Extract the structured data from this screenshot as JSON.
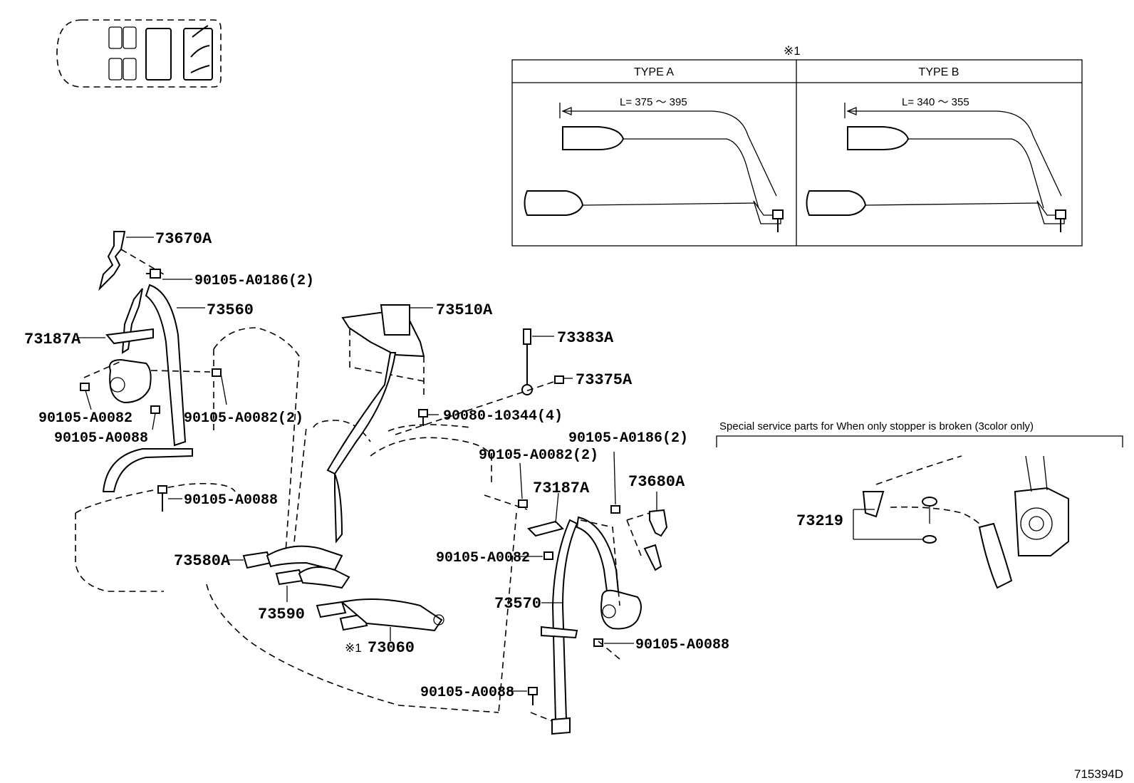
{
  "diagram_id": "715394D",
  "note_marker": "※1",
  "inset": {
    "type_a": {
      "header": "TYPE A",
      "length": "L= 375 ～ 395"
    },
    "type_b": {
      "header": "TYPE B",
      "length": "L= 340 ～ 355"
    }
  },
  "special_service": {
    "heading": "Special service parts for When only stopper is broken (3color only)",
    "part": "73219"
  },
  "parts": {
    "p73670A": "73670A",
    "p90105_A0186_2_left": "90105-A0186(2)",
    "p73560": "73560",
    "p73187A_left": "73187A",
    "p90105_A0082_left": "90105-A0082",
    "p90105_A0082_2_left": "90105-A0082(2)",
    "p90105_A0088_left": "90105-A0088",
    "p90105_A0088_seat": "90105-A0088",
    "p73510A": "73510A",
    "p73383A": "73383A",
    "p73375A": "73375A",
    "p90080_10344_4": "90080-10344(4)",
    "p90105_A0082_2_right": "90105-A0082(2)",
    "p90105_A0186_2_right": "90105-A0186(2)",
    "p73187A_right": "73187A",
    "p73680A": "73680A",
    "p90105_A0082_right": "90105-A0082",
    "p73580A": "73580A",
    "p73590": "73590",
    "p73060": "73060",
    "p73570": "73570",
    "p90105_A0088_right": "90105-A0088",
    "p90105_A0088_bottom": "90105-A0088"
  }
}
